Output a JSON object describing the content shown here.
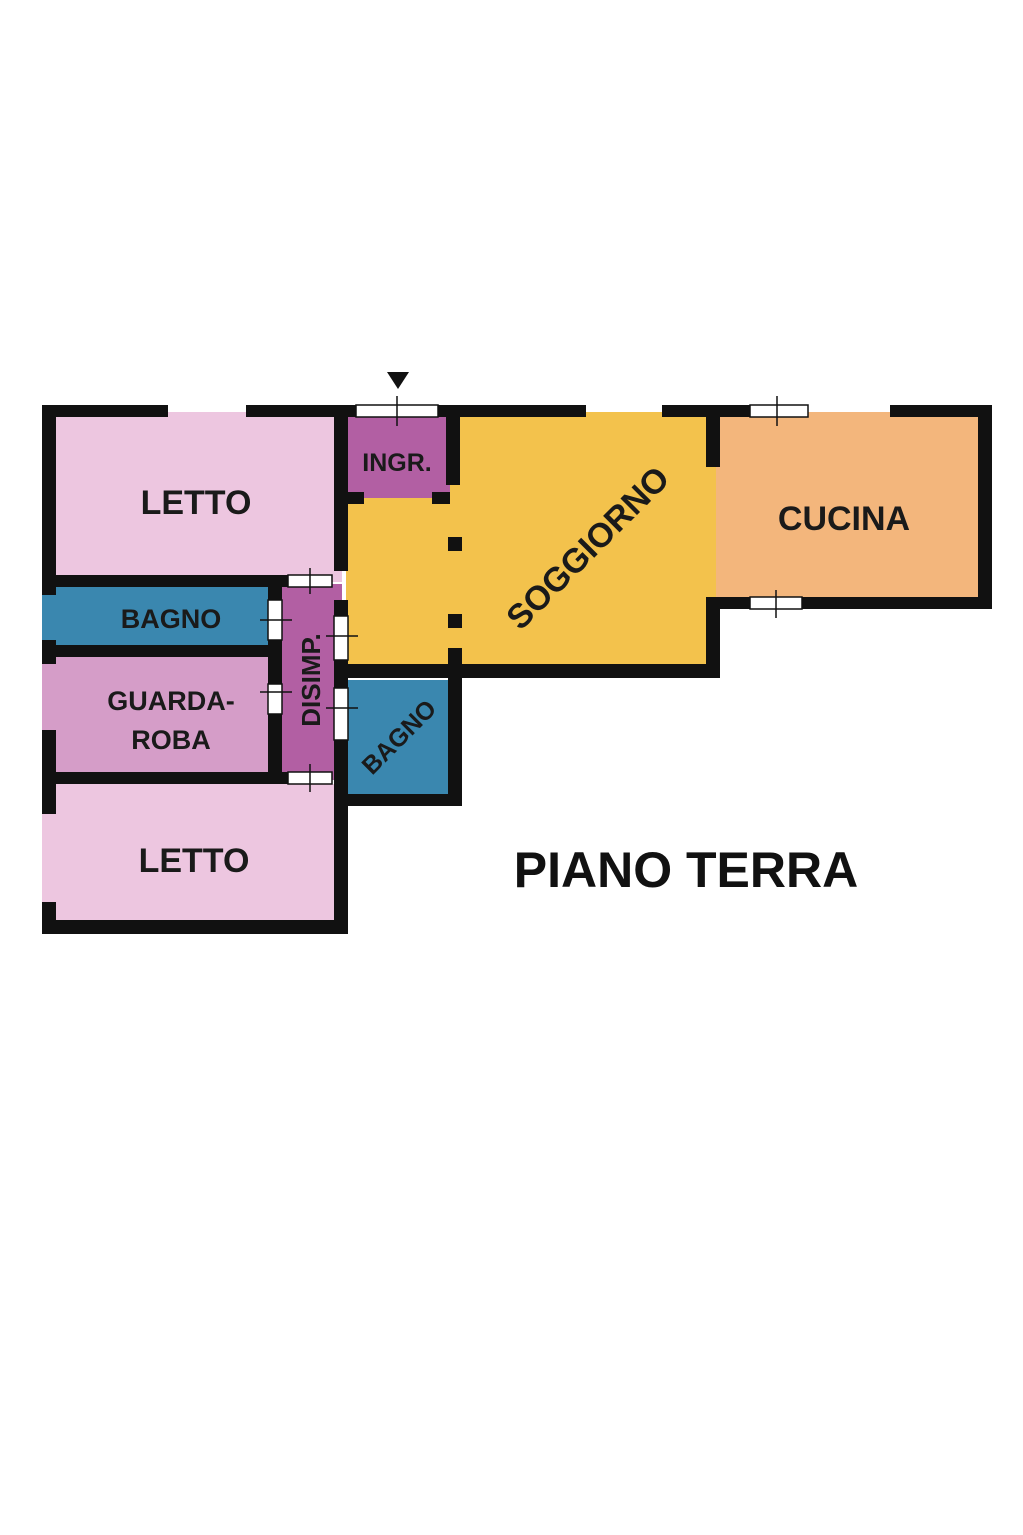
{
  "plan": {
    "floor_title": "PIANO TERRA",
    "entrance_marker": "entrance-arrow-icon",
    "rooms": {
      "letto_top": {
        "label": "LETTO",
        "color": "#EDC6E0"
      },
      "bagno_left": {
        "label": "BAGNO",
        "color": "#3A87AF"
      },
      "guardaroba": {
        "line1": "GUARDA-",
        "line2": "ROBA",
        "color": "#D59DC8"
      },
      "letto_bottom": {
        "label": "LETTO",
        "color": "#EDC6E0"
      },
      "disimp": {
        "label": "DISIMP.",
        "color": "#B25FA3"
      },
      "ingr": {
        "label": "INGR.",
        "color": "#B25FA3"
      },
      "soggiorno": {
        "label": "SOGGIORNO",
        "color": "#F3C24C"
      },
      "cucina": {
        "label": "CUCINA",
        "color": "#F3B67C"
      },
      "bagno_small": {
        "label": "BAGNO",
        "color": "#3A87AF"
      }
    },
    "wall_color": "#111111"
  }
}
